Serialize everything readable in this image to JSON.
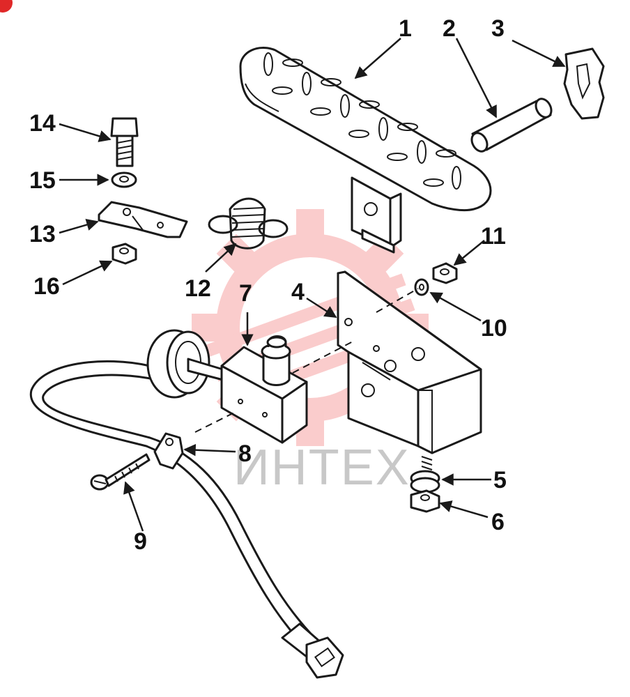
{
  "watermark": {
    "text": "ИНТЕХ",
    "color": "#f04a4a"
  },
  "corner_badge_color": "#e02828",
  "callouts": {
    "c1": "1",
    "c2": "2",
    "c3": "3",
    "c4": "4",
    "c5": "5",
    "c6": "6",
    "c7": "7",
    "c8": "8",
    "c9": "9",
    "c10": "10",
    "c11": "11",
    "c12": "12",
    "c13": "13",
    "c14": "14",
    "c15": "15",
    "c16": "16"
  }
}
